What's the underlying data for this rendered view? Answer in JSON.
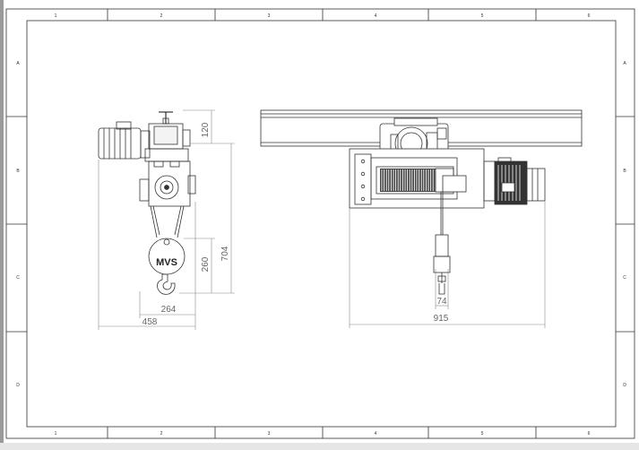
{
  "sheet": {
    "zone_columns": [
      "1",
      "2",
      "3",
      "4",
      "5",
      "6"
    ],
    "zone_rows": [
      "A",
      "B",
      "C",
      "D"
    ]
  },
  "side_view": {
    "logo": "MVS",
    "dimensions": {
      "drum_height": "120",
      "total_height": "704",
      "hook_height": "260",
      "hook_block_width": "264",
      "overall_width": "458"
    }
  },
  "front_view": {
    "dimensions": {
      "hook_width": "74",
      "overall_length": "915"
    }
  },
  "colors": {
    "line": "#333333",
    "dimension": "#888888",
    "background": "#ffffff",
    "frame_left_edge": "#9a9a9a"
  }
}
